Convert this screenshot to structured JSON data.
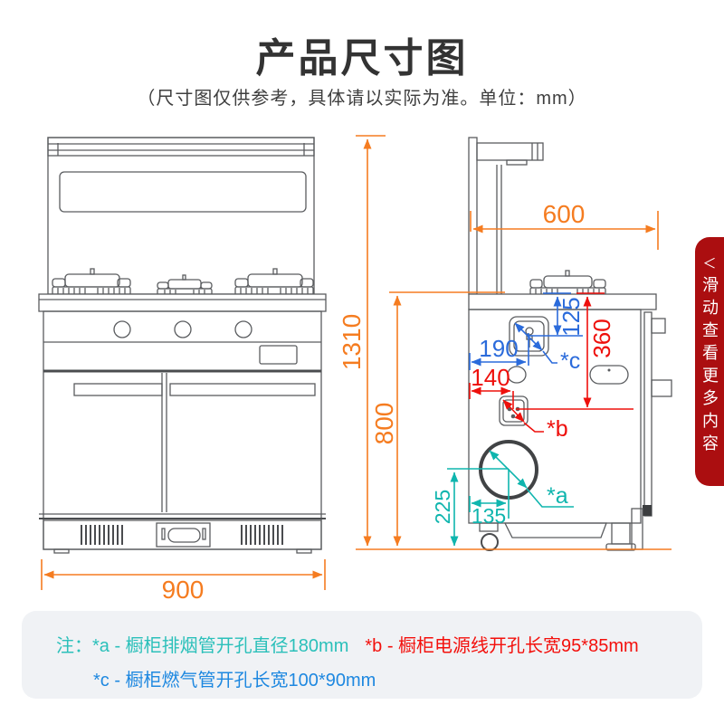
{
  "page": {
    "title": "产品尺寸图",
    "subtitle": "（尺寸图仅供参考，具体请以实际为准。单位：mm）"
  },
  "side_banner": {
    "arrow": "＜",
    "label": "滑动查看更多内容"
  },
  "drawing": {
    "unit": "mm",
    "front_view": {
      "width": "900",
      "total_height": "1310",
      "cabinet_height": "800"
    },
    "side_view": {
      "depth": "600",
      "hole_c_from_top": "125",
      "hole_c_from_back": "190",
      "hole_b_from_back": "140",
      "hole_b_from_top": "360",
      "hole_a_from_floor": "225",
      "hole_a_from_back": "135",
      "label_a": "*a",
      "label_b": "*b",
      "label_c": "*c"
    }
  },
  "notes": {
    "prefix": "注：",
    "items": [
      {
        "id": "a",
        "text": "*a - 橱柜排烟管开孔直径180mm"
      },
      {
        "id": "b",
        "text": "*b - 橱柜电源线开孔长宽95*85mm"
      },
      {
        "id": "c",
        "text": "*c - 橱柜燃气管开孔长宽100*90mm"
      }
    ]
  },
  "colors": {
    "dimension_orange": "#f57c20",
    "dimension_blue": "#2b6bdb",
    "dimension_red": "#ee100c",
    "dimension_teal": "#0fb5ae",
    "note_teal": "#2bc0ba",
    "note_red": "#f3100c",
    "note_blue": "#1e88e0",
    "banner_red": "#ab0e10",
    "line_gray": "#5a5c5f",
    "note_bg": "#f0f2f5"
  }
}
